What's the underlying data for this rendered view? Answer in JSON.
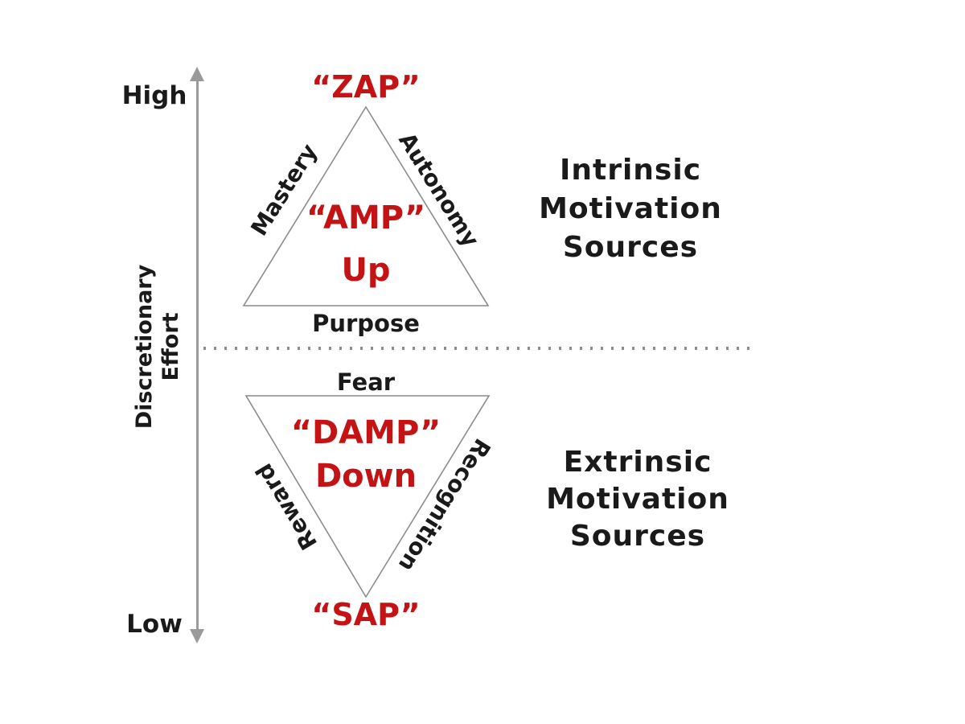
{
  "colors": {
    "red": "#C31314",
    "black": "#1A1A1A",
    "triangle_outline_gray": "#8C8C8C",
    "axis_gray": "#9A9A9A"
  },
  "axis": {
    "high_label": "High",
    "low_label": "Low",
    "title_line1": "Discretionary",
    "title_line2": "Effort"
  },
  "intrinsic": {
    "apex_label": "“ZAP”",
    "inner_line1": "“AMP”",
    "inner_line2": "Up",
    "left_edge": "Mastery",
    "right_edge": "Autonomy",
    "base_edge": "Purpose",
    "heading_line1": "Intrinsic",
    "heading_line2": "Motivation",
    "heading_line3": "Sources"
  },
  "extrinsic": {
    "top_edge": "Fear",
    "inner_line1": "“DAMP”",
    "inner_line2": "Down",
    "left_edge": "Reward",
    "right_edge": "Recognition",
    "apex_label": "“SAP”",
    "heading_line1": "Extrinsic",
    "heading_line2": "Motivation",
    "heading_line3": "Sources"
  }
}
